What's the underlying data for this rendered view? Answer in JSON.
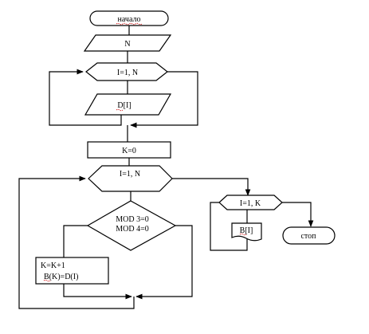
{
  "flowchart": {
    "start": "начало",
    "input_n": "N",
    "loop1": "I=1, N",
    "input_d": "D[I]",
    "init_k": "K=0",
    "loop2": "I=1, N",
    "condition_line1": "MOD 3=0",
    "condition_line2": "MOD 4=0",
    "assign_line1": "K=K+1",
    "assign_line2": "B(K)=D(I)",
    "loop3": "I=1, K",
    "output_b": "B[I]",
    "end": "стоп"
  },
  "colors": {
    "stroke": "#000000",
    "background": "#ffffff",
    "spellcheck_underline": "#d42020"
  }
}
